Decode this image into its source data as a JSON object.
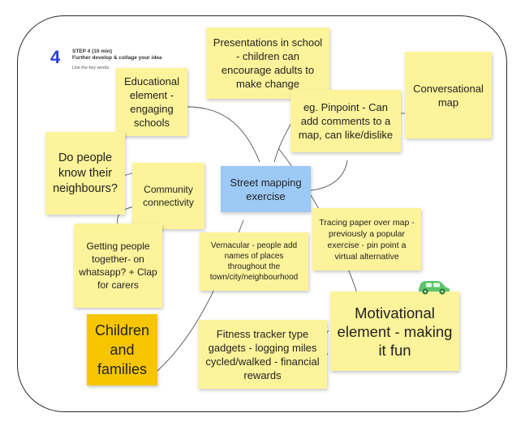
{
  "step": {
    "number": "4",
    "title_line1": "STEP 4 (10 min)",
    "title_line2": "Further develop & collage your idea",
    "hint": "Use the key words"
  },
  "notes": {
    "educational": "Educational element - engaging schools",
    "presentations": "Presentations in school - children can encourage adults to make change",
    "conversational": "Conversational map",
    "pinpoint": "eg. Pinpoint - Can add comments to a map, can like/dislike",
    "neighbours": "Do people know their neighbours?",
    "community": "Community connectivity",
    "street_mapping": "Street mapping exercise",
    "tracing": "Tracing paper over map - previously a popular exercise - pin point a virtual alternative",
    "getting_together": "Getting people together- on whatsapp? + Clap for carers",
    "vernacular": "Vernacular - people add names of places throughout the town/city/neighbourhood",
    "motivational": "Motivational element - making it fun",
    "children": "Children and families",
    "fitness": "Fitness tracker type gadgets - logging miles cycled/walked - financial rewards"
  },
  "colors": {
    "sticky_yellow": "#fdf39a",
    "central_blue": "#9cc9f5",
    "highlight_orange": "#f7c600",
    "car_green": "#5cc46a",
    "step_number_blue": "#2a3fd6"
  },
  "icons": [
    "car-icon"
  ]
}
